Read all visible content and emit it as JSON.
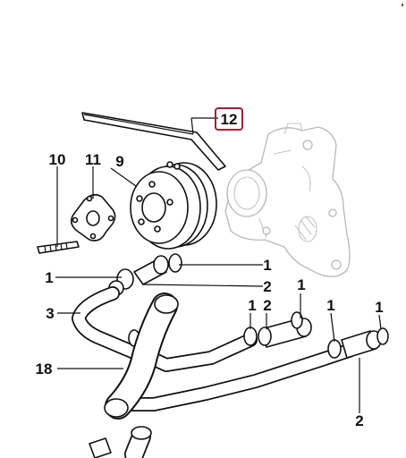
{
  "diagram": {
    "highlight_color": "#a0202e",
    "callouts": {
      "belt": "12",
      "pulley": "9",
      "hub": "11",
      "stud": "10",
      "clamp_pulley_left": "1",
      "clamp_pulley_right": "1",
      "hose_upper_right": "2",
      "pipe_left": "3",
      "clamp_mid_a": "1",
      "hose_mid_a": "2",
      "clamp_mid_b": "1",
      "clamp_right_a": "1",
      "clamp_right_b": "1",
      "pipe_main": "18",
      "hose_lower_right": "2"
    }
  }
}
